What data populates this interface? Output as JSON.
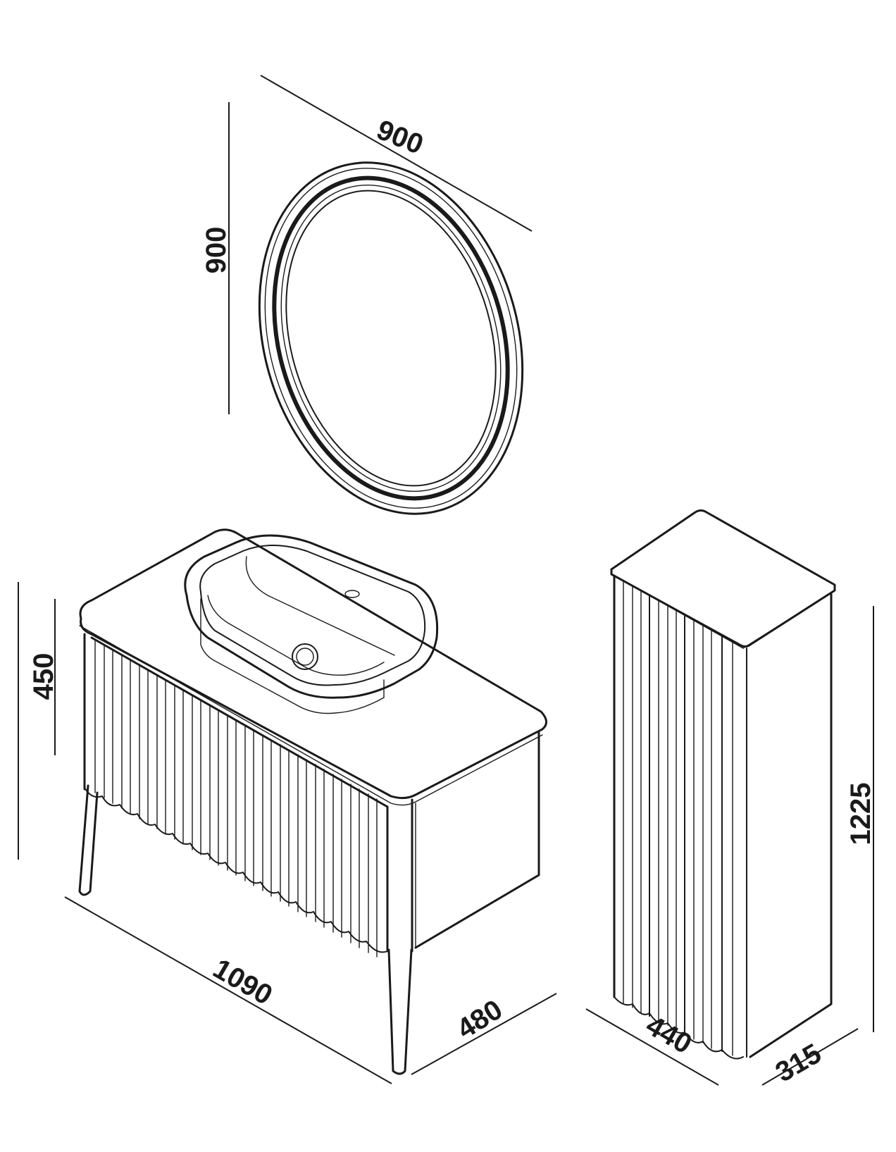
{
  "dimensions": {
    "mirror_width": "900",
    "mirror_height": "900",
    "vanity_height": "450",
    "vanity_width": "1090",
    "vanity_depth": "480",
    "tall_unit_height": "1225",
    "tall_unit_width": "440",
    "tall_unit_depth": "315"
  }
}
